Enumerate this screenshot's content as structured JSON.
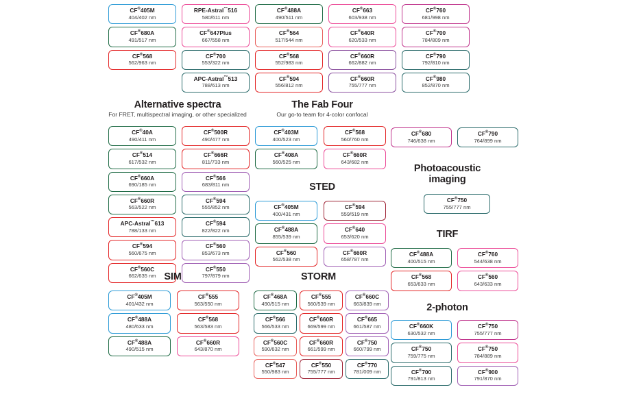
{
  "colors": {
    "blue": "#2b9ad6",
    "green": "#1f6b45",
    "teal": "#2b6b6b",
    "red": "#e32526",
    "salmon": "#e8605c",
    "pink": "#ec4a97",
    "magenta": "#c0348c",
    "purple": "#8a4f9e",
    "violet": "#a05fb4",
    "darkred": "#9e2335",
    "plum": "#7b3f7e"
  },
  "sections": [
    {
      "id": "top-block",
      "title": "",
      "subtitle": "",
      "columns": [
        {
          "id": "top-col-1",
          "boxes": [
            {
              "name": "CF",
              "sup": "®",
              "suffix": "405M",
              "wl": "404/402 nm",
              "color": "blue"
            },
            {
              "name": "CF",
              "sup": "®",
              "suffix": "680A",
              "wl": "491/517 nm",
              "color": "green"
            },
            {
              "name": "CF",
              "sup": "®",
              "suffix": "568",
              "wl": "562/963 nm",
              "color": "red"
            }
          ]
        },
        {
          "id": "top-col-2",
          "boxes": [
            {
              "name": "RPE-Astral",
              "sup": "™",
              "suffix": "516",
              "wl": "580/611 nm",
              "color": "pink"
            },
            {
              "name": "CF",
              "sup": "®",
              "suffix": "647Plus",
              "wl": "667/558 nm",
              "color": "pink"
            },
            {
              "name": "CF",
              "sup": "®",
              "suffix": "700",
              "wl": "553/322 nm",
              "color": "teal"
            },
            {
              "name": "APC-Astral",
              "sup": "™",
              "suffix": "513",
              "wl": "788/613 nm",
              "color": "teal"
            }
          ]
        },
        {
          "id": "top-col-3",
          "boxes": [
            {
              "name": "CF",
              "sup": "®",
              "suffix": "488A",
              "wl": "490/511 nm",
              "color": "green"
            },
            {
              "name": "CF",
              "sup": "®",
              "suffix": "564",
              "wl": "517/544 nm",
              "color": "salmon"
            },
            {
              "name": "CF",
              "sup": "®",
              "suffix": "568",
              "wl": "552/983 nm",
              "color": "red"
            },
            {
              "name": "CF",
              "sup": "®",
              "suffix": "594",
              "wl": "556/812 nm",
              "color": "red"
            }
          ]
        },
        {
          "id": "top-col-4",
          "boxes": [
            {
              "name": "CF",
              "sup": "®",
              "suffix": "663",
              "wl": "603/938 nm",
              "color": "pink"
            },
            {
              "name": "CF",
              "sup": "®",
              "suffix": "640R",
              "wl": "620/533 nm",
              "color": "pink"
            },
            {
              "name": "CF",
              "sup": "®",
              "suffix": "660R",
              "wl": "662/882 nm",
              "color": "purple"
            },
            {
              "name": "CF",
              "sup": "®",
              "suffix": "660R",
              "wl": "755/777 nm",
              "color": "purple"
            }
          ]
        },
        {
          "id": "top-col-5",
          "boxes": [
            {
              "name": "CF",
              "sup": "®",
              "suffix": "760",
              "wl": "681/998 nm",
              "color": "magenta"
            },
            {
              "name": "CF",
              "sup": "®",
              "suffix": "700",
              "wl": "784/809 nm",
              "color": "magenta"
            },
            {
              "name": "CF",
              "sup": "®",
              "suffix": "790",
              "wl": "792/810 nm",
              "color": "teal"
            },
            {
              "name": "CF",
              "sup": "®",
              "suffix": "980",
              "wl": "852/870 nm",
              "color": "teal"
            }
          ]
        }
      ]
    },
    {
      "id": "alternative-spectra",
      "title": "Alternative spectra",
      "subtitle": "For FRET, multispectral imaging, or other specialized",
      "columns": [
        {
          "id": "alt-col-1",
          "boxes": [
            {
              "name": "CF",
              "sup": "®",
              "suffix": "40A",
              "wl": "490/411 nm",
              "color": "green"
            },
            {
              "name": "CF",
              "sup": "®",
              "suffix": "514",
              "wl": "617/532 nm",
              "color": "green"
            },
            {
              "name": "CF",
              "sup": "®",
              "suffix": "660A",
              "wl": "690/185 nm",
              "color": "green"
            },
            {
              "name": "CF",
              "sup": "®",
              "suffix": "660R",
              "wl": "563/522 nm",
              "color": "green"
            },
            {
              "name": "APC-Astral",
              "sup": "™",
              "suffix": "613",
              "wl": "788/133 nm",
              "color": "red"
            },
            {
              "name": "CF",
              "sup": "®",
              "suffix": "594",
              "wl": "560/675 nm",
              "color": "red"
            },
            {
              "name": "CF",
              "sup": "®",
              "suffix": "560C",
              "wl": "662/635 nm",
              "color": "red"
            }
          ]
        },
        {
          "id": "alt-col-2",
          "boxes": [
            {
              "name": "CF",
              "sup": "®",
              "suffix": "500R",
              "wl": "490/477 nm",
              "color": "red"
            },
            {
              "name": "CF",
              "sup": "®",
              "suffix": "666R",
              "wl": "811/733 nm",
              "color": "red"
            },
            {
              "name": "CF",
              "sup": "®",
              "suffix": "566",
              "wl": "683/811 nm",
              "color": "violet"
            },
            {
              "name": "CF",
              "sup": "®",
              "suffix": "594",
              "wl": "555/852 nm",
              "color": "teal"
            },
            {
              "name": "CF",
              "sup": "®",
              "suffix": "594",
              "wl": "822/822 nm",
              "color": "teal"
            },
            {
              "name": "CF",
              "sup": "®",
              "suffix": "560",
              "wl": "853/673 nm",
              "color": "violet"
            },
            {
              "name": "CF",
              "sup": "®",
              "suffix": "550",
              "wl": "797/879 nm",
              "color": "violet"
            }
          ]
        }
      ]
    },
    {
      "id": "fab-four",
      "title": "The Fab Four",
      "subtitle": "Our go-to team for 4-color confocal",
      "columns": [
        {
          "id": "fab-col-1",
          "boxes": [
            {
              "name": "CF",
              "sup": "®",
              "suffix": "403M",
              "wl": "400/523 nm",
              "color": "blue"
            },
            {
              "name": "CF",
              "sup": "®",
              "suffix": "408A",
              "wl": "560/525 nm",
              "color": "green"
            }
          ]
        },
        {
          "id": "fab-col-2",
          "boxes": [
            {
              "name": "CF",
              "sup": "®",
              "suffix": "568",
              "wl": "560/760 nm",
              "color": "red"
            },
            {
              "name": "CF",
              "sup": "®",
              "suffix": "660R",
              "wl": "643/682 nm",
              "color": "pink"
            }
          ]
        }
      ]
    },
    {
      "id": "sted",
      "title": "STED",
      "subtitle": "",
      "columns": [
        {
          "id": "sted-col-1",
          "boxes": [
            {
              "name": "CF",
              "sup": "®",
              "suffix": "405M",
              "wl": "400/431 nm",
              "color": "blue"
            },
            {
              "name": "CF",
              "sup": "®",
              "suffix": "488A",
              "wl": "855/539 nm",
              "color": "green"
            },
            {
              "name": "CF",
              "sup": "®",
              "suffix": "560",
              "wl": "562/538 nm",
              "color": "red"
            }
          ]
        },
        {
          "id": "sted-col-2",
          "boxes": [
            {
              "name": "CF",
              "sup": "®",
              "suffix": "594",
              "wl": "559/519 nm",
              "color": "darkred"
            },
            {
              "name": "CF",
              "sup": "®",
              "suffix": "640",
              "wl": "653/620 nm",
              "color": "pink"
            },
            {
              "name": "CF",
              "sup": "®",
              "suffix": "660R",
              "wl": "658/787 nm",
              "color": "violet"
            }
          ]
        }
      ]
    },
    {
      "id": "photoacoustic-top",
      "title": "",
      "subtitle": "",
      "columns": [
        {
          "id": "pa-top-col-1",
          "boxes": [
            {
              "name": "CF",
              "sup": "®",
              "suffix": "680",
              "wl": "746/638 nm",
              "color": "magenta"
            }
          ]
        },
        {
          "id": "pa-top-col-2",
          "boxes": [
            {
              "name": "CF",
              "sup": "®",
              "suffix": "790",
              "wl": "764/899 nm",
              "color": "teal"
            }
          ]
        }
      ]
    },
    {
      "id": "photoacoustic",
      "title": "Photoacoustic\nimaging",
      "subtitle": "",
      "columns": [
        {
          "id": "pa-col-1",
          "boxes": [
            {
              "name": "CF",
              "sup": "®",
              "suffix": "750",
              "wl": "755/777 nm",
              "color": "teal"
            }
          ]
        }
      ]
    },
    {
      "id": "tirf",
      "title": "TIRF",
      "subtitle": "",
      "columns": [
        {
          "id": "tirf-col-1",
          "boxes": [
            {
              "name": "CF",
              "sup": "®",
              "suffix": "488A",
              "wl": "400/515 nm",
              "color": "green"
            },
            {
              "name": "CF",
              "sup": "®",
              "suffix": "568",
              "wl": "653/633 nm",
              "color": "red"
            }
          ]
        },
        {
          "id": "tirf-col-2",
          "boxes": [
            {
              "name": "CF",
              "sup": "®",
              "suffix": "760",
              "wl": "544/638 nm",
              "color": "pink"
            },
            {
              "name": "CF",
              "sup": "®",
              "suffix": "560",
              "wl": "643/633 nm",
              "color": "pink"
            }
          ]
        }
      ]
    },
    {
      "id": "two-photon",
      "title": "2-photon",
      "subtitle": "",
      "columns": [
        {
          "id": "tp-col-1",
          "boxes": [
            {
              "name": "CF",
              "sup": "®",
              "suffix": "660K",
              "wl": "630/532 nm",
              "color": "blue"
            },
            {
              "name": "CF",
              "sup": "®",
              "suffix": "750",
              "wl": "759/775 nm",
              "color": "teal"
            },
            {
              "name": "CF",
              "sup": "®",
              "suffix": "700",
              "wl": "791/813 nm",
              "color": "teal"
            }
          ]
        },
        {
          "id": "tp-col-2",
          "boxes": [
            {
              "name": "CF",
              "sup": "®",
              "suffix": "750",
              "wl": "755/777 nm",
              "color": "magenta"
            },
            {
              "name": "CF",
              "sup": "®",
              "suffix": "750",
              "wl": "784/889 nm",
              "color": "pink"
            },
            {
              "name": "CF",
              "sup": "®",
              "suffix": "900",
              "wl": "791/870 nm",
              "color": "violet"
            }
          ]
        }
      ]
    },
    {
      "id": "sim",
      "title": "SIM",
      "subtitle": "",
      "columns": [
        {
          "id": "sim-col-1",
          "boxes": [
            {
              "name": "CF",
              "sup": "®",
              "suffix": "405M",
              "wl": "401/432 nm",
              "color": "blue"
            },
            {
              "name": "CF",
              "sup": "®",
              "suffix": "488A",
              "wl": "480/633 nm",
              "color": "blue"
            },
            {
              "name": "CF",
              "sup": "®",
              "suffix": "488A",
              "wl": "490/515 nm",
              "color": "green"
            }
          ]
        },
        {
          "id": "sim-col-2",
          "boxes": [
            {
              "name": "CF",
              "sup": "®",
              "suffix": "555",
              "wl": "563/550 nm",
              "color": "red"
            },
            {
              "name": "CF",
              "sup": "®",
              "suffix": "568",
              "wl": "563/583 nm",
              "color": "red"
            },
            {
              "name": "CF",
              "sup": "®",
              "suffix": "660R",
              "wl": "643/870 nm",
              "color": "pink"
            }
          ]
        }
      ]
    },
    {
      "id": "storm",
      "title": "STORM",
      "subtitle": "",
      "columns": [
        {
          "id": "storm-col-1",
          "boxes": [
            {
              "name": "CF",
              "sup": "®",
              "suffix": "468A",
              "wl": "490/515 nm",
              "color": "green"
            },
            {
              "name": "CF",
              "sup": "®",
              "suffix": "566",
              "wl": "566/533 nm",
              "color": "teal"
            },
            {
              "name": "CF",
              "sup": "®",
              "suffix": "560C",
              "wl": "590/632 nm",
              "color": "salmon"
            },
            {
              "name": "CF",
              "sup": "®",
              "suffix": "547",
              "wl": "550/983 nm",
              "color": "salmon"
            }
          ]
        },
        {
          "id": "storm-col-2",
          "boxes": [
            {
              "name": "CF",
              "sup": "®",
              "suffix": "555",
              "wl": "560/539 nm",
              "color": "red"
            },
            {
              "name": "CF",
              "sup": "®",
              "suffix": "660R",
              "wl": "669/599 nm",
              "color": "red"
            },
            {
              "name": "CF",
              "sup": "®",
              "suffix": "660R",
              "wl": "661/599 nm",
              "color": "red"
            },
            {
              "name": "CF",
              "sup": "®",
              "suffix": "550",
              "wl": "755/777 nm",
              "color": "darkred"
            }
          ]
        },
        {
          "id": "storm-col-3",
          "boxes": [
            {
              "name": "CF",
              "sup": "®",
              "suffix": "660C",
              "wl": "663/839 nm",
              "color": "violet"
            },
            {
              "name": "CF",
              "sup": "®",
              "suffix": "665",
              "wl": "661/587 nm",
              "color": "violet"
            },
            {
              "name": "CF",
              "sup": "®",
              "suffix": "750",
              "wl": "660/799 nm",
              "color": "violet"
            },
            {
              "name": "CF",
              "sup": "®",
              "suffix": "770",
              "wl": "781/009 nm",
              "color": "teal"
            }
          ]
        }
      ]
    }
  ]
}
